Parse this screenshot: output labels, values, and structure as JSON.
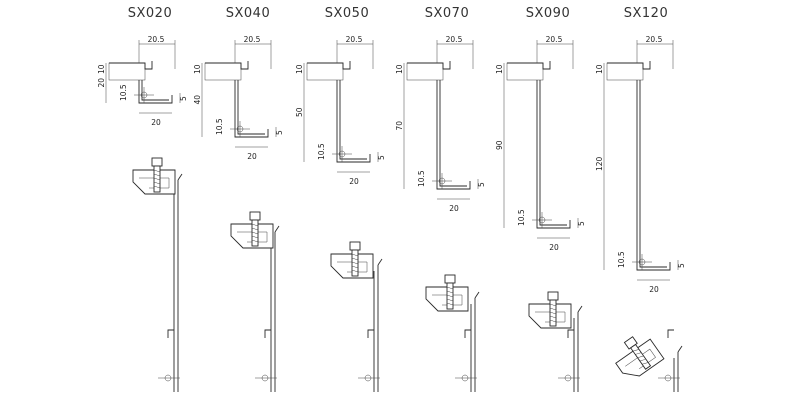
{
  "profiles": [
    {
      "name": "SX020",
      "top_width": "20.5",
      "top_height": "10",
      "web_height": "20",
      "lower": "10.5",
      "bottom_width": "20",
      "lip": "5"
    },
    {
      "name": "SX040",
      "top_width": "20.5",
      "top_height": "10",
      "web_height": "40",
      "lower": "10.5",
      "bottom_width": "20",
      "lip": "5"
    },
    {
      "name": "SX050",
      "top_width": "20.5",
      "top_height": "10",
      "web_height": "50",
      "lower": "10.5",
      "bottom_width": "20",
      "lip": "5"
    },
    {
      "name": "SX070",
      "top_width": "20.5",
      "top_height": "10",
      "web_height": "70",
      "lower": "10.5",
      "bottom_width": "20",
      "lip": "5"
    },
    {
      "name": "SX090",
      "top_width": "20.5",
      "top_height": "10",
      "web_height": "90",
      "lower": "10.5",
      "bottom_width": "20",
      "lip": "5"
    },
    {
      "name": "SX120",
      "top_width": "20.5",
      "top_height": "10",
      "web_height": "120",
      "lower": "10.5",
      "bottom_width": "20",
      "lip": "5"
    }
  ]
}
